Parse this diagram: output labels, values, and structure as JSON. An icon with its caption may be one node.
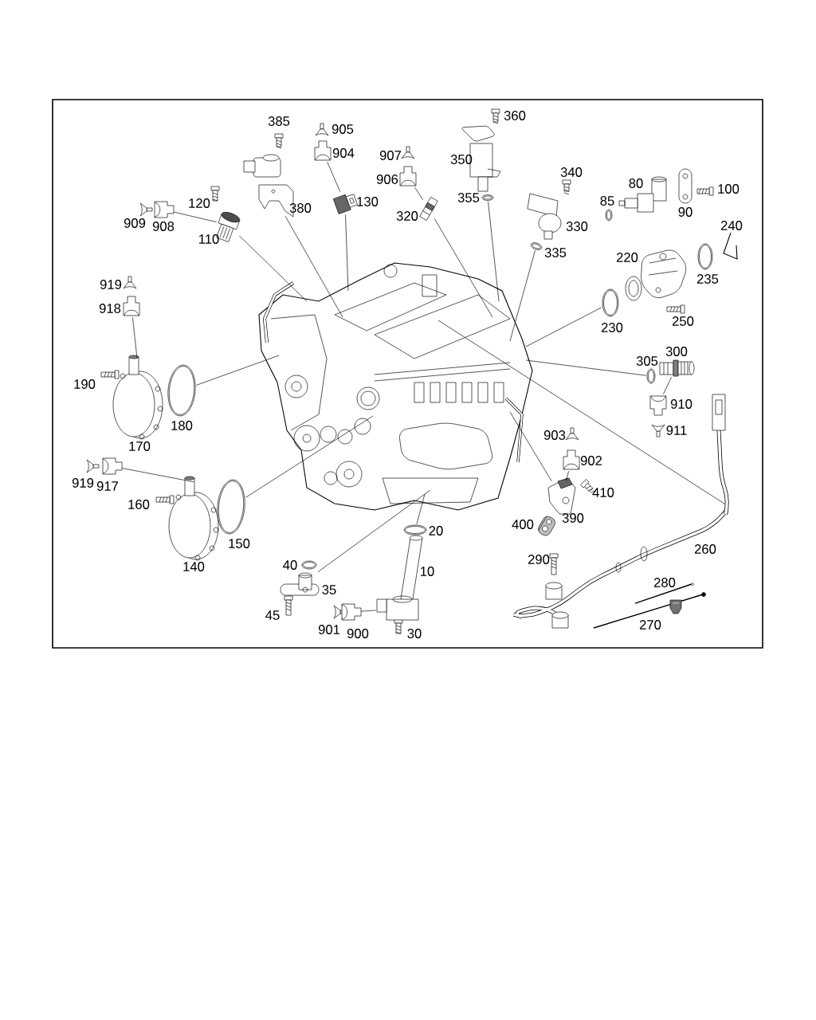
{
  "diagram": {
    "nodes": [
      {
        "text": [],
        "shape": "picture"
      },
      {
        "text": [],
        "shape": "picture"
      },
      {
        "text": [],
        "shape": "picture"
      },
      {
        "text": [],
        "shape": "picture"
      },
      {
        "text": [],
        "shape": "picture"
      },
      {
        "text": [],
        "shape": "picture"
      },
      {
        "text": [],
        "shape": "picture"
      },
      {
        "text": [],
        "shape": "picture"
      },
      {
        "text": [],
        "shape": "ring"
      },
      {
        "text": [],
        "shape": "ring"
      },
      {
        "text": [],
        "shape": "ring"
      },
      {
        "text": [],
        "shape": "ring"
      },
      {
        "text": [],
        "shape": "picture"
      },
      {
        "text": [],
        "shape": "ring"
      },
      {
        "text": [],
        "shape": "ring"
      },
      {
        "text": [],
        "shape": "picture"
      },
      {
        "text": [],
        "shape": "ring"
      },
      {
        "text": [],
        "shape": "picture"
      },
      {
        "text": [],
        "shape": "picture"
      },
      {
        "text": [],
        "shape": "picture"
      },
      {
        "text": [],
        "shape": "picture"
      },
      {
        "text": [],
        "shape": "picture"
      },
      {
        "text": [],
        "shape": "picture"
      },
      {
        "text": [],
        "shape": "picture"
      },
      {
        "text": [],
        "shape": "picture"
      },
      {
        "text": [],
        "shape": "picture"
      },
      {
        "text": [],
        "shape": "picture"
      },
      {
        "text": [],
        "shape": "ring"
      },
      {
        "text": [],
        "shape": "ring"
      },
      {
        "text": [],
        "shape": "ring"
      }
    ],
    "edges": [
      {
        "from": 1,
        "to": 0,
        "arrow": "none"
      },
      {
        "from": 3,
        "to": 0,
        "arrow": "none"
      },
      {
        "from": 4,
        "to": 0,
        "arrow": "none"
      },
      {
        "from": 6,
        "to": 0,
        "arrow": "none"
      },
      {
        "from": 8,
        "to": 0,
        "arrow": "none"
      },
      {
        "from": 9,
        "to": 0,
        "arrow": "none"
      },
      {
        "from": 10,
        "to": 0,
        "arrow": "none"
      },
      {
        "from": 11,
        "to": 0,
        "arrow": "none"
      },
      {
        "from": 12,
        "to": 0,
        "arrow": "none"
      },
      {
        "from": 13,
        "to": 0,
        "arrow": "none"
      },
      {
        "from": 14,
        "to": 0,
        "arrow": "none"
      },
      {
        "from": 15,
        "to": 0,
        "arrow": "none"
      },
      {
        "from": 16,
        "to": 0,
        "arrow": "none"
      },
      {
        "from": 17,
        "to": 0,
        "arrow": "none"
      },
      {
        "from": 2,
        "to": 1,
        "arrow": "none"
      },
      {
        "from": 5,
        "to": 4,
        "arrow": "none"
      },
      {
        "from": 7,
        "to": 6,
        "arrow": "none"
      },
      {
        "from": 18,
        "to": 17,
        "arrow": "none"
      },
      {
        "from": 20,
        "to": 19,
        "arrow": "none"
      },
      {
        "from": 22,
        "to": 21,
        "arrow": "none"
      },
      {
        "from": 24,
        "to": 23,
        "arrow": "none"
      },
      {
        "from": 26,
        "to": 25,
        "arrow": "none"
      }
    ],
    "labels": [
      "360",
      "385",
      "905",
      "904",
      "907",
      "350",
      "340",
      "906",
      "80",
      "100",
      "355",
      "85",
      "130",
      "120",
      "380",
      "90",
      "320",
      "909",
      "908",
      "240",
      "330",
      "110",
      "335",
      "220",
      "235",
      "919",
      "918",
      "250",
      "230",
      "300",
      "305",
      "190",
      "910",
      "180",
      "911",
      "903",
      "170",
      "902",
      "919",
      "917",
      "410",
      "160",
      "390",
      "400",
      "20",
      "150",
      "260",
      "290",
      "40",
      "140",
      "10",
      "280",
      "35",
      "45",
      "270",
      "901",
      "900",
      "30"
    ]
  }
}
